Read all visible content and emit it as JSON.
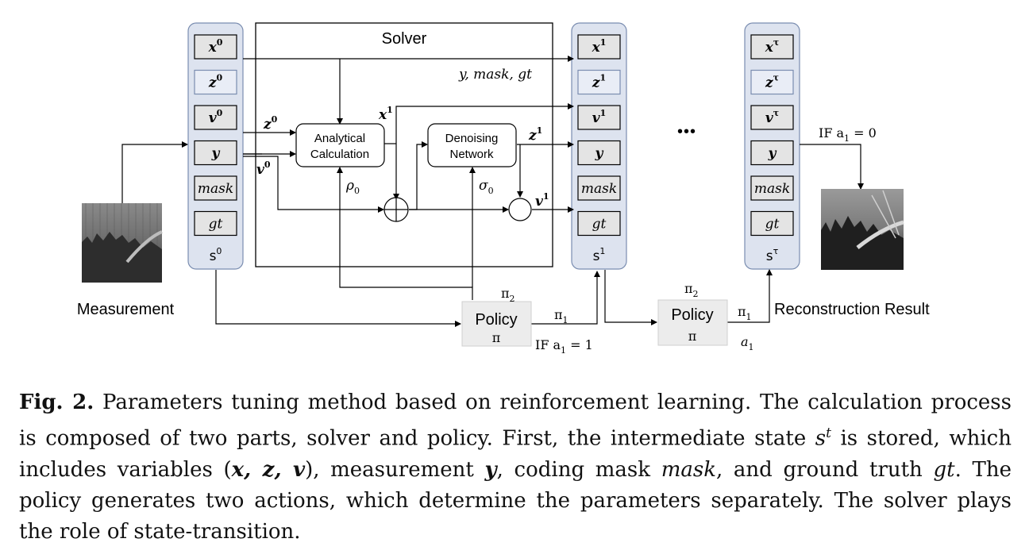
{
  "solver_title": "Solver",
  "solver_top_label": "y, mask, gt",
  "state_column": {
    "vars": [
      "x",
      "z",
      "v",
      "y",
      "mask",
      "gt"
    ],
    "s0_sup": "0",
    "s1_sup": "1",
    "stau_sup": "τ"
  },
  "state_labels": {
    "s0": "s",
    "s1": "s",
    "stau": "s"
  },
  "nodes": {
    "analytical": [
      "Analytical",
      "Calculation"
    ],
    "denoising": [
      "Denoising",
      "Network"
    ]
  },
  "params": {
    "rho": "ρ",
    "rho_sub": "0",
    "sigma": "σ",
    "sigma_sub": "0"
  },
  "wire_labels": {
    "z0": "z",
    "z0_sup": "0",
    "v0": "v",
    "v0_sup": "0",
    "x1": "x",
    "x1_sup": "1",
    "z1": "z",
    "z1_sup": "1",
    "v1": "v",
    "v1_sup": "1"
  },
  "policy": {
    "label": "Policy",
    "symbol": "π"
  },
  "pi1": "π",
  "pi1_sub": "1",
  "pi2": "π",
  "pi2_sub": "2",
  "if_a1_1": "IF a",
  "if_a1_1_tail": " = 1",
  "if_a1_0": "IF a",
  "if_a1_0_tail": " = 0",
  "a1": "a",
  "a1_sub": "1",
  "ellipsis": "•••",
  "measurement_label": "Measurement",
  "result_label": "Reconstruction Result",
  "caption": {
    "fig": "Fig. 2.",
    "text1": " Parameters tuning method based on reinforcement learning. The calculation process is composed of two parts, solver and policy. First, the intermediate state ",
    "s": "s",
    "s_sup": "t",
    "text2": " is stored, which includes variables (",
    "vars": "x, z, v",
    "text3": "), measurement ",
    "y": "y",
    "text4": ", coding mask ",
    "mask": "mask",
    "text5": ", and ground truth ",
    "gt": "gt",
    "text6": ". The policy generates two actions, which determine the parameters separately. The solver plays the role of state-transition."
  }
}
